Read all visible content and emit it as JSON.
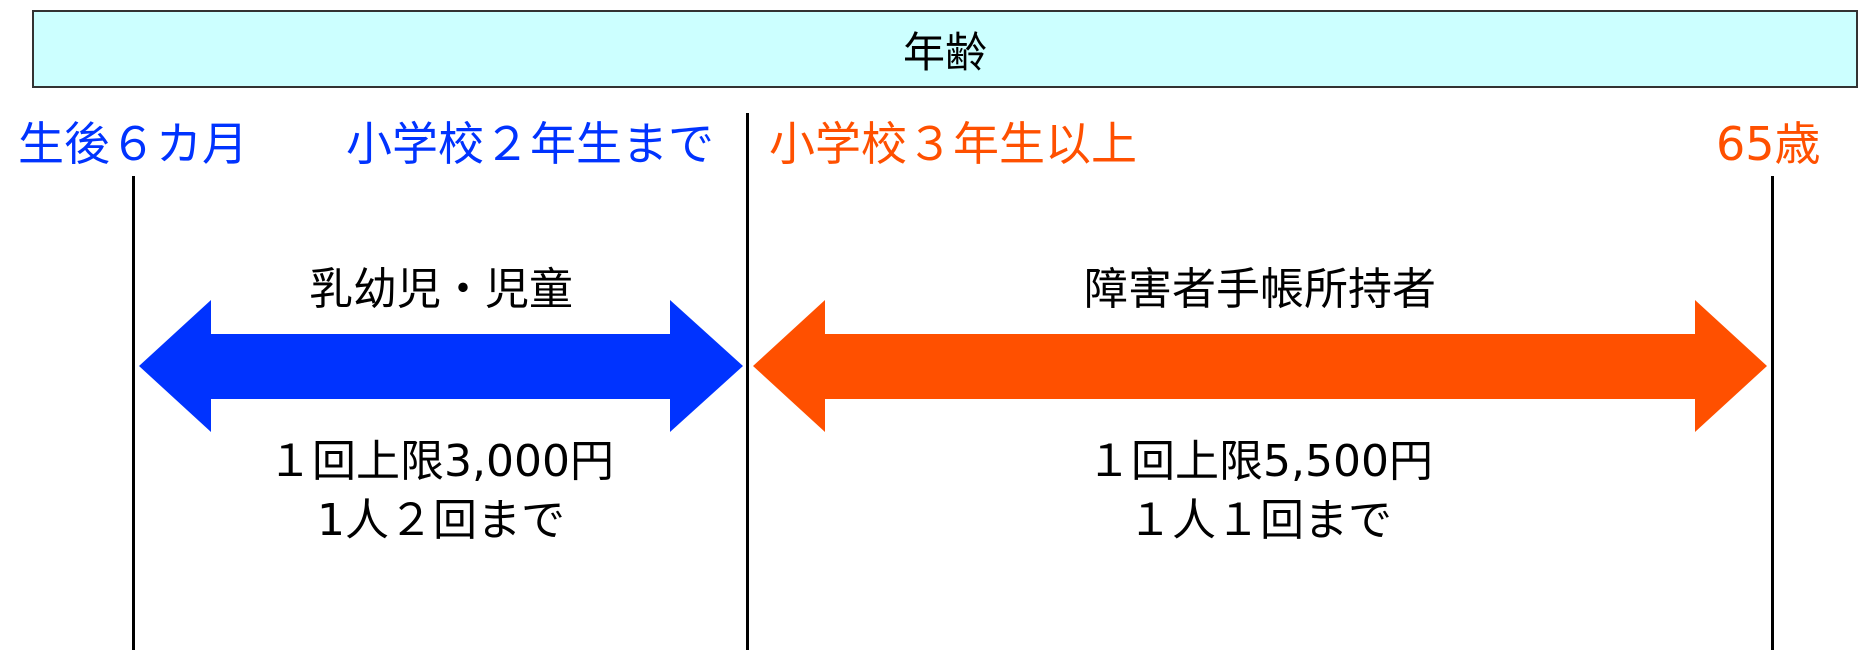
{
  "header": {
    "title": "年齢"
  },
  "age_labels": {
    "start": "生後６カ月",
    "grade2": "小学校２年生まで",
    "grade3": "小学校３年生以上",
    "end": "65歳"
  },
  "groups": [
    {
      "name": "乳幼児・児童",
      "limit": "１回上限3,000円",
      "times": "1人２回まで",
      "color": "#0033ff"
    },
    {
      "name": "障害者手帳所持者",
      "limit": "１回上限5,500円",
      "times": "１人１回まで",
      "color": "#ff5000"
    }
  ]
}
